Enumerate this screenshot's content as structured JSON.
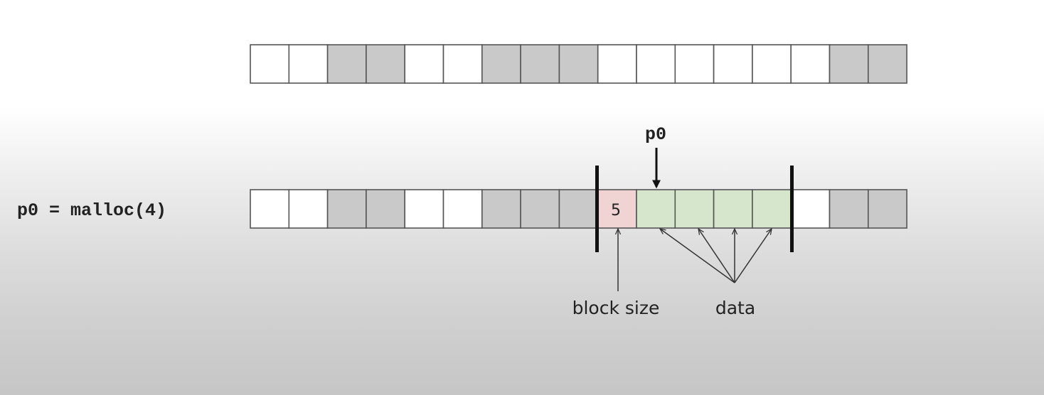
{
  "top_row": {
    "cells": [
      "empty",
      "empty",
      "allocated",
      "allocated",
      "empty",
      "empty",
      "allocated",
      "allocated",
      "allocated",
      "empty",
      "empty",
      "empty",
      "empty",
      "empty",
      "empty",
      "allocated",
      "allocated"
    ]
  },
  "bottom_row": {
    "code_label": "p0 = malloc(4)",
    "cells": [
      "empty",
      "empty",
      "allocated",
      "allocated",
      "empty",
      "empty",
      "allocated",
      "allocated",
      "allocated",
      "header",
      "data",
      "data",
      "data",
      "data",
      "empty",
      "allocated",
      "allocated"
    ],
    "header_value": "5",
    "pointer_label": "p0",
    "block_size_label": "block size",
    "data_label": "data"
  },
  "colors": {
    "empty": "#ffffff",
    "allocated": "#c9c9c9",
    "header": "#f0d4d4",
    "data": "#d5e6cd",
    "border": "#555555",
    "bar": "#111111"
  }
}
